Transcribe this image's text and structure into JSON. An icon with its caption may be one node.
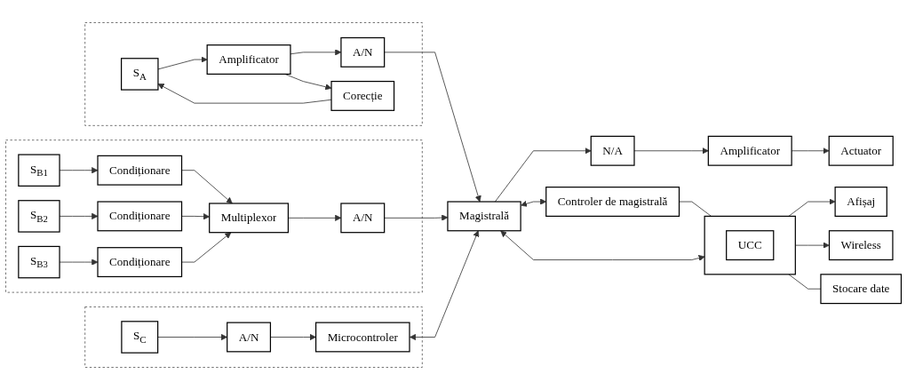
{
  "diagram": {
    "nodes": [
      {
        "text": [],
        "shape": "box"
      },
      {
        "text": [
          "S$_{A}$"
        ],
        "in": 0
      },
      {
        "text": [
          "Amplificator"
        ],
        "in": 0
      },
      {
        "text": [
          "A/N"
        ],
        "in": 0
      },
      {
        "text": [
          "Corecție"
        ],
        "in": 0
      },
      {
        "text": [],
        "shape": "box"
      },
      {
        "text": [
          "S$_{B1}$"
        ],
        "in": 5
      },
      {
        "text": [
          "Condiționare"
        ],
        "in": 5
      },
      {
        "text": [
          "S$_{B2}$"
        ],
        "in": 5
      },
      {
        "text": [
          "Condiționare"
        ],
        "in": 5
      },
      {
        "text": [
          "S$_{B3}$"
        ],
        "in": 5
      },
      {
        "text": [
          "Condiționare"
        ],
        "in": 5
      },
      {
        "text": [
          "Multiplexor"
        ],
        "in": 5
      },
      {
        "text": [
          "A/N"
        ],
        "in": 5
      },
      {
        "text": [],
        "shape": "box"
      },
      {
        "text": [
          "S$_{C}$"
        ],
        "in": 14
      },
      {
        "text": [
          "A/N"
        ],
        "in": 14
      },
      {
        "text": [
          "Microcontroler"
        ],
        "in": 14
      },
      {
        "text": [
          "Magistrală"
        ]
      },
      {
        "text": [
          "N/A"
        ]
      },
      {
        "text": [
          "Amplificator"
        ]
      },
      {
        "text": [
          "Actuator"
        ]
      },
      {
        "text": [
          "Controler de magistrală"
        ]
      },
      {
        "text": [],
        "shape": "box"
      },
      {
        "text": [
          "UCC"
        ],
        "in": 23
      },
      {
        "text": [
          "Afișaj"
        ]
      },
      {
        "text": [
          "Wireless"
        ]
      },
      {
        "text": [
          "Stocare date"
        ]
      }
    ],
    "edges": [
      {
        "from": 1,
        "to": 2,
        "arrow": "to"
      },
      {
        "from": 2,
        "to": 3,
        "arrow": "to"
      },
      {
        "from": 2,
        "to": 4,
        "arrow": "to"
      },
      {
        "from": 4,
        "to": 1,
        "arrow": "to"
      },
      {
        "from": 3,
        "to": 18,
        "arrow": "to"
      },
      {
        "from": 6,
        "to": 7,
        "arrow": "to"
      },
      {
        "from": 8,
        "to": 9,
        "arrow": "to"
      },
      {
        "from": 10,
        "to": 11,
        "arrow": "to"
      },
      {
        "from": 7,
        "to": 12,
        "arrow": "to"
      },
      {
        "from": 9,
        "to": 12,
        "arrow": "to"
      },
      {
        "from": 11,
        "to": 12,
        "arrow": "to"
      },
      {
        "from": 12,
        "to": 13,
        "arrow": "to"
      },
      {
        "from": 13,
        "to": 18,
        "arrow": "to"
      },
      {
        "from": 15,
        "to": 16,
        "arrow": "to"
      },
      {
        "from": 16,
        "to": 17,
        "arrow": "to"
      },
      {
        "from": 17,
        "to": 18,
        "arrow": "both"
      },
      {
        "from": 18,
        "to": 19,
        "arrow": "to"
      },
      {
        "from": 19,
        "to": 20,
        "arrow": "to"
      },
      {
        "from": 20,
        "to": 21,
        "arrow": "to"
      },
      {
        "from": 18,
        "to": 22,
        "arrow": "both"
      },
      {
        "from": 22,
        "to": 23,
        "arrow": "none"
      },
      {
        "from": 18,
        "to": 23,
        "arrow": "both"
      },
      {
        "from": 23,
        "to": 25,
        "arrow": "to"
      },
      {
        "from": 23,
        "to": 26,
        "arrow": "to"
      },
      {
        "from": 23,
        "to": 27,
        "arrow": "none"
      }
    ]
  }
}
